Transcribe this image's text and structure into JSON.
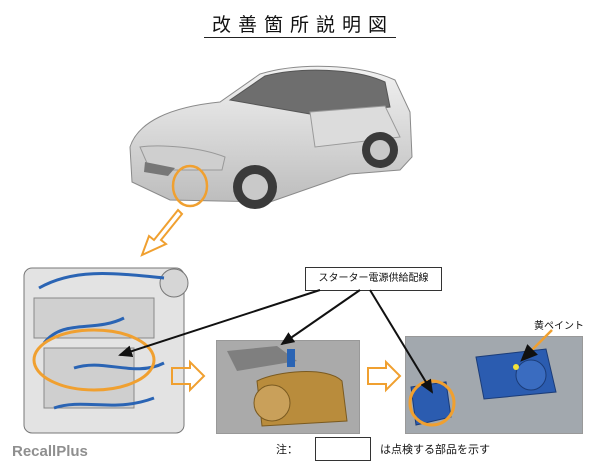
{
  "title": "改善箇所説明図",
  "callout_label": "スターター電源供給配線",
  "paint_label": "黄ペイント",
  "note_prefix": "注：",
  "note_text": "は点検する部品を示す",
  "watermark": "RecallPlus",
  "colors": {
    "highlight_orange": "#f0a030",
    "wiring_blue": "#2a64b4",
    "starter_gold": "#b98c3c",
    "starter_blue": "#2b5cb0",
    "yellow_paint": "#f2e23a"
  },
  "icons": [
    "car-illustration",
    "engine-illustration",
    "starter-photo",
    "starter-closeup-photo",
    "arrow-right-icon",
    "arrow-down-icon"
  ]
}
